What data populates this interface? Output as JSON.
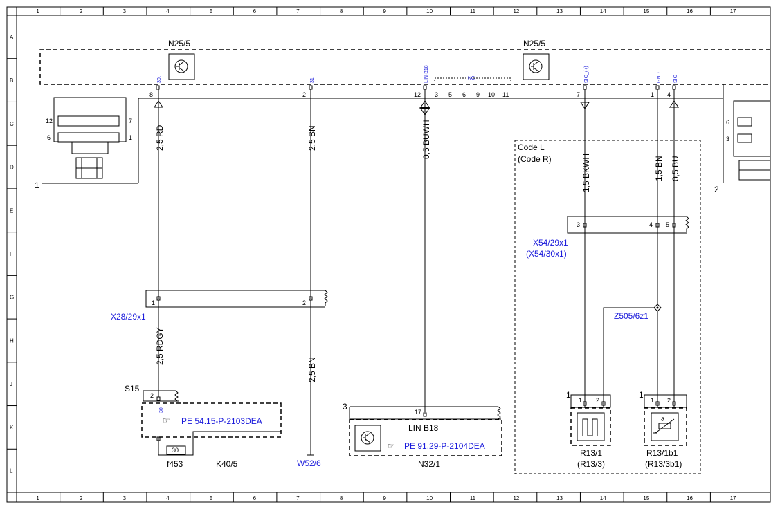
{
  "grid": {
    "columns": [
      "1",
      "2",
      "3",
      "4",
      "5",
      "6",
      "7",
      "8",
      "9",
      "10",
      "11",
      "12",
      "13",
      "14",
      "15",
      "16",
      "17"
    ],
    "rows": [
      "A",
      "B",
      "C",
      "D",
      "E",
      "F",
      "G",
      "H",
      "J",
      "K",
      "L"
    ]
  },
  "components": {
    "n25_left": "N25/5",
    "n25_right": "N25/5",
    "code_l": "Code L",
    "code_r": "(Code R)",
    "x54": "X54/29x1",
    "x54_alt": "(X54/30x1)",
    "x28": "X28/29x1",
    "z505": "Z505/6z1",
    "s15": "S15",
    "pe54": "PE 54.15-P-2103DEA",
    "pe91": "PE 91.29-P-2104DEA",
    "lin_b18": "LIN B18",
    "f453": "f453",
    "k40": "K40/5",
    "w52": "W52/6",
    "n32": "N32/1",
    "r13_1": "R13/1",
    "r13_1_alt": "(R13/3)",
    "r13_1b1": "R13/1b1",
    "r13_1b1_alt": "(R13/3b1)",
    "fuse_val": "30",
    "callout_1": "1",
    "callout_2": "2",
    "callout_3": "3"
  },
  "pins_top": {
    "p8": "8",
    "p2": "2",
    "p12": "12",
    "p3": "3",
    "p5": "5",
    "p6": "6",
    "p9": "9",
    "p10": "10",
    "p11": "11",
    "p7": "7",
    "p1": "1",
    "p4": "4"
  },
  "pin_tags": {
    "t30t": "30t",
    "t31": "31",
    "tlin": "LIN-B18",
    "tnc": "NC",
    "tsig_plus": "SIG_(+)",
    "tgnd": "GND",
    "tsig": "SIG",
    "t30": "30"
  },
  "wires": {
    "w1": "2,5 RD",
    "w2": "2,5 BN",
    "w3": "0,5 BUWH",
    "w4": "1,5 BKWH",
    "w5": "1,5 BN",
    "w6": "0,5 BU",
    "w7": "2,5 RDGY",
    "w8": "2,5 BN"
  },
  "connector_pins": {
    "x54_3": "3",
    "x54_4": "4",
    "x54_5": "5",
    "x28_1": "1",
    "x28_2": "2",
    "s15_2": "2",
    "n32_17": "17",
    "r13_p1": "1",
    "r13_p2": "2",
    "r13b_p1": "1",
    "r13b_p2": "2",
    "r13_call": "1",
    "r13b_call": "1"
  },
  "connector_face_left": {
    "c12": "12",
    "c7": "7",
    "c6": "6",
    "c1": "1"
  },
  "connector_face_right": {
    "c6": "6",
    "c3": "3"
  }
}
